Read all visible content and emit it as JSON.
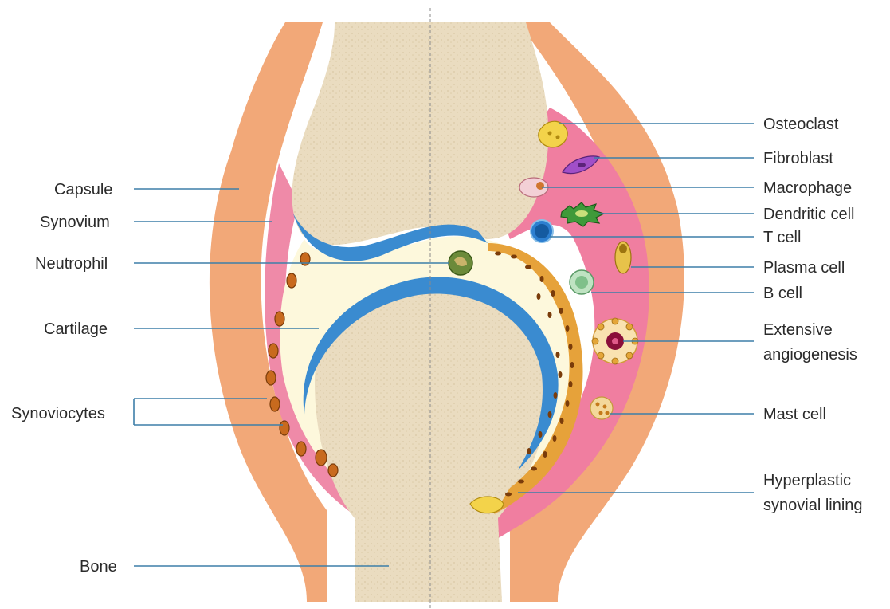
{
  "labels_left": {
    "capsule": "Capsule",
    "synovium": "Synovium",
    "neutrophil": "Neutrophil",
    "cartilage": "Cartilage",
    "synoviocytes": "Synoviocytes",
    "bone": "Bone"
  },
  "labels_right": {
    "osteoclast": "Osteoclast",
    "fibroblast": "Fibroblast",
    "macrophage": "Macrophage",
    "dendritic_cell": "Dendritic cell",
    "t_cell": "T cell",
    "plasma_cell": "Plasma cell",
    "b_cell": "B cell",
    "angiogenesis_line1": "Extensive",
    "angiogenesis_line2": "angiogenesis",
    "mast_cell": "Mast cell",
    "hyperplastic_line1": "Hyperplastic",
    "hyperplastic_line2": "synovial lining"
  },
  "colors": {
    "capsule": "#f2a878",
    "synovium": "#ef8aa8",
    "inflamed_synovium": "#f07ea0",
    "bone": "#eadcc0",
    "cartilage": "#3a8bd0",
    "synovial_fluid": "#fdf8dc",
    "leader_line": "#3d7fa8",
    "synoviocyte": "#c86a1e"
  }
}
